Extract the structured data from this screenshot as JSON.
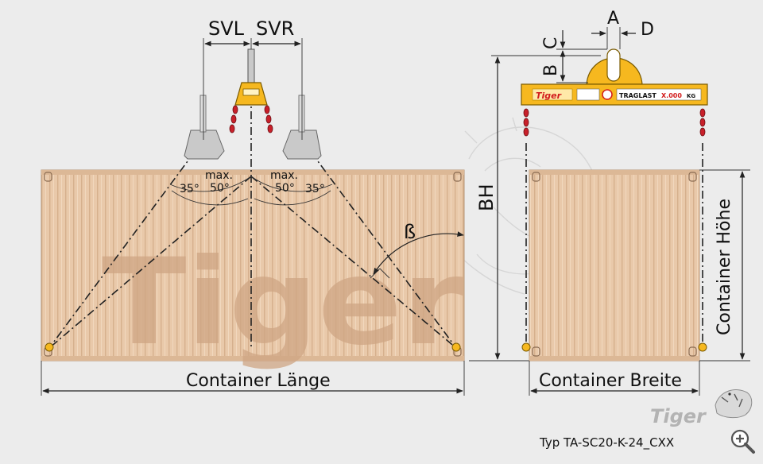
{
  "labels": {
    "svl": "SVL",
    "svr": "SVR",
    "a": "A",
    "b": "B",
    "c": "C",
    "d": "D",
    "bh": "BH",
    "angle_left_outer": "35°",
    "angle_left_max": "max.",
    "angle_left_inner": "50°",
    "angle_right_max": "max.",
    "angle_right_inner": "50°",
    "angle_right_outer": "35°",
    "beta": "ß",
    "container_length": "Container Länge",
    "container_width": "Container Breite",
    "container_height": "Container Höhe",
    "type_code": "Typ TA-SC20-K-24_CXX"
  },
  "beam": {
    "brand": "Tiger",
    "load_label": "TRAGLAST",
    "load_value": "X.000",
    "load_unit": "KG"
  },
  "watermark": "Tiger",
  "logo_text": "Tiger",
  "colors": {
    "background": "#ececec",
    "container_fill": "#e9c9aa",
    "container_rib": "#d8b593",
    "watermark": "#cfa684",
    "beam_yellow": "#f6b81f",
    "beam_brand_red": "#d21c1c",
    "hook_red": "#c8202a",
    "spreader_gray": "#c9c9c9"
  },
  "icons": {
    "zoom": "zoom-in-icon",
    "logo": "tiger-logo-icon"
  }
}
